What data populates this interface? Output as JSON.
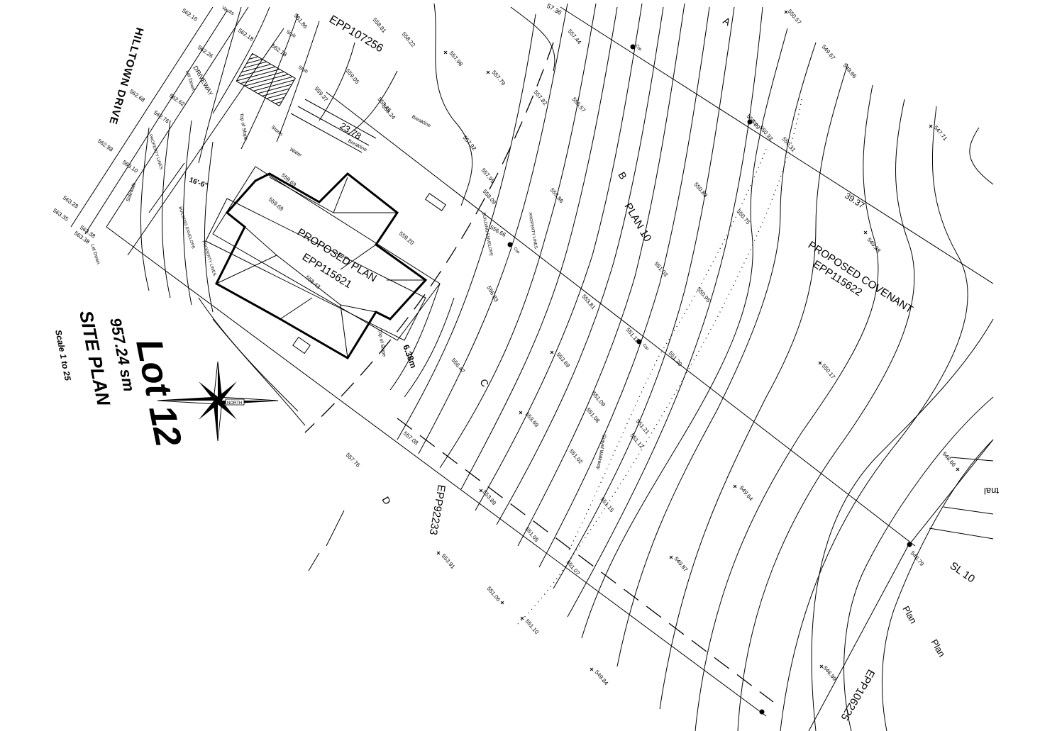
{
  "title_block": {
    "lot": "Lot 12",
    "area": "957.24 sm",
    "plan_title": "SITE PLAN",
    "scale": "Scale 1 to 25"
  },
  "street": "HILLTOWN DRIVE",
  "north_label": "NORTH",
  "plan_labels": {
    "epp107256": "EPP107256",
    "proposed_plan": "PROPOSED PLAN",
    "epp115621": "EPP115621",
    "proposed_covenant": "PROPOSED COVENANT",
    "epp115622": "EPP115622",
    "plan10": "PLAN   10",
    "epp92233": "EPP92233",
    "epp106225": "EPP106225",
    "sl10": "SL 10",
    "plan_a": "Plan",
    "plan_b": "Plan",
    "bracket_text": "tnal"
  },
  "letters": [
    "A",
    "B",
    "C",
    "D"
  ],
  "dimensions": {
    "d1": "23.78",
    "d2": "39.37",
    "d3": "6.38m",
    "d4": "16'-6\"",
    "d5": "57.36"
  },
  "annotations": {
    "driveway": "DRIVEWAY",
    "let_down_1": "Let Down",
    "let_down_2": "Let Down",
    "sidewalk": "Sidewalk",
    "vaults": "Vaults",
    "stub_1": "Stub",
    "stub_2": "Stub",
    "storm": "Storm",
    "water": "Water",
    "top_of_slope": "Top of Slope",
    "top_of_slope_2": "Top of Slope",
    "breakline_1": "Breakline",
    "breakline_2": "Breakline",
    "gravel_walkway": "Gravel Walkway",
    "building_envelope_1": "BUILDING ENVELOPE",
    "building_envelope_2": "BUILDING ENVELOPE",
    "property_lines_1": "PROPERTY LINES",
    "property_lines_2": "PROPERTY LINES",
    "property_lines_3": "PROPERTY LINES",
    "cip_1": "CIP",
    "cip_2": "CIP",
    "cip_3": "CIP",
    "cip_4": "CIP"
  },
  "elevations": {
    "e1": "562.16",
    "e2": "562.18",
    "e3": "562.26",
    "e4": "562.62",
    "e5": "562.68",
    "e6": "562.76",
    "e7": "562.98",
    "e8": "563.10",
    "e9": "563.28",
    "e10": "563.35",
    "e11": "563.38",
    "e12": "563.38",
    "e13": "562.18",
    "e14": "561.86",
    "e15": "558.81",
    "e16": "558.22",
    "e17": "557.98",
    "e18": "557.79",
    "e19": "559.05",
    "e20": "559.37",
    "e21": "558.24",
    "e22": "558.45",
    "e23": "557.92",
    "e24": "557.95",
    "e25": "558.09",
    "e26": "557.44",
    "e27": "557.82",
    "e28": "555.57",
    "e29": "555.86",
    "e30": "559.69",
    "e31": "559.69",
    "e32": "559.20",
    "e33": "558.43",
    "e34": "556.83",
    "e35": "556.66",
    "e36": "556.47",
    "e37": "557.08",
    "e38": "557.76",
    "e39": "553.81",
    "e40": "553.69",
    "e41": "553.69",
    "e42": "553.89",
    "e43": "553.91",
    "e44": "551.11",
    "e45": "551.09",
    "e46": "551.08",
    "e47": "551.21",
    "e48": "551.12",
    "e49": "551.02",
    "e50": "551.15",
    "e51": "551.05",
    "e52": "551.07",
    "e53": "551.06",
    "e54": "551.10",
    "e55": "551.03",
    "e56": "550.95",
    "e57": "551.20",
    "e58": "550.83",
    "e59": "550.75",
    "e60": "550.57",
    "e61": "549.67",
    "e62": "549.66",
    "e63": "550.33",
    "e64": "550.31",
    "e65": "547.71",
    "e66": "549.28",
    "e67": "550.17",
    "e68": "549.64",
    "e69": "549.87",
    "e70": "549.84",
    "e71": "548.66",
    "e72": "546.79",
    "e73": "546.99",
    "e74": "550.39"
  }
}
